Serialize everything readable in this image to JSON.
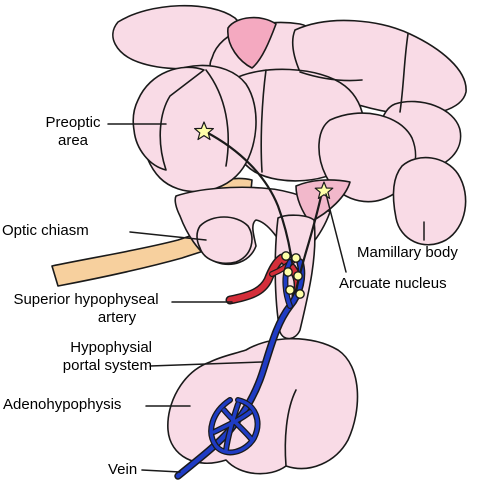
{
  "labels": {
    "preoptic_area": [
      "Preoptic",
      "area"
    ],
    "optic_chiasm": "Optic chiasm",
    "mamillary_body": "Mamillary body",
    "arcuate_nucleus": "Arcuate nucleus",
    "superior_hypophyseal_artery": [
      "Superior hypophyseal",
      "artery"
    ],
    "hypophysial_portal_system": [
      "Hypophysial",
      "portal system"
    ],
    "adenohypophysis": "Adenohypophysis",
    "vein": "Vein"
  },
  "colors": {
    "tissue": "#f9dbe6",
    "tissue_dark": "#f2b8cb",
    "tissue_accent": "#f4a9c0",
    "optic_nerve": "#f7d09e",
    "artery": "#d42e3a",
    "vein": "#1f3cc4",
    "neuron_star": "#ffffa8",
    "outline": "#1a1a1a"
  }
}
